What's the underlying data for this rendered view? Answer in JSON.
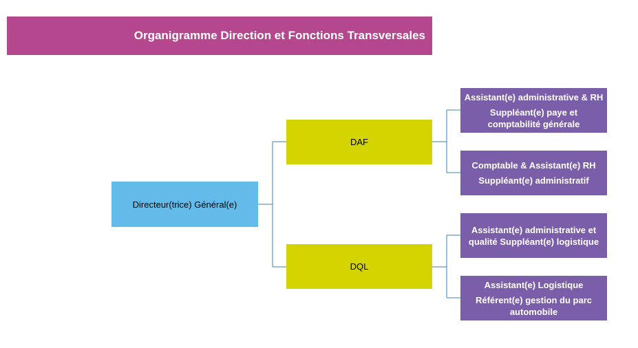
{
  "title": "Organigramme Direction et Fonctions Transversales",
  "root": {
    "label": "Directeur(trice) Général(e)"
  },
  "colors": {
    "title": "#b5478f",
    "root": "#63bbe9",
    "level2": "#d3d400",
    "level3": "#7b5ea9",
    "connector": "#3f7fae"
  },
  "branches": [
    {
      "label": "DAF",
      "children": [
        {
          "line1": "Assistant(e) administrative & RH",
          "line2": "Suppléant(e) paye et comptabilité générale"
        },
        {
          "line1": "Comptable & Assistant(e) RH",
          "line2": "Suppléant(e) administratif"
        }
      ]
    },
    {
      "label": "DQL",
      "children": [
        {
          "line1": "Assistant(e) administrative et qualité Suppléant(e) logistique",
          "line2": ""
        },
        {
          "line1": "Assistant(e) Logistique",
          "line2": "Référent(e) gestion du parc automobile"
        }
      ]
    }
  ]
}
